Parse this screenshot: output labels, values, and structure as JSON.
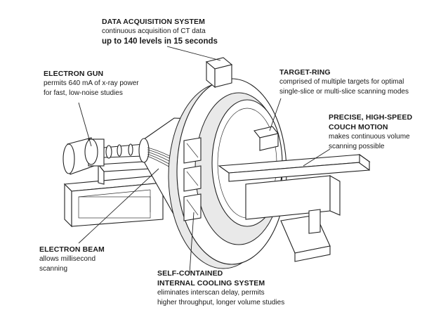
{
  "labels": {
    "data_acquisition": {
      "title": "DATA ACQUISITION SYSTEM",
      "line1": "continuous acquisition of CT data",
      "line2": "up to 140 levels in 15 seconds"
    },
    "electron_gun": {
      "title": "ELECTRON GUN",
      "line1": "permits 640 mA of x-ray power",
      "line2": "for fast, low-noise studies"
    },
    "target_ring": {
      "title": "TARGET-RING",
      "line1": "comprised of multiple targets for optimal",
      "line2": "single-slice or multi-slice scanning modes"
    },
    "couch_motion": {
      "title1": "PRECISE, HIGH-SPEED",
      "title2": "COUCH MOTION",
      "line1": "makes continuous volume",
      "line2": "scanning possible"
    },
    "electron_beam": {
      "title": "ELECTRON BEAM",
      "line1": "allows millisecond",
      "line2": "scanning"
    },
    "cooling_system": {
      "title1": "SELF-CONTAINED",
      "title2": "INTERNAL COOLING SYSTEM",
      "line1": "eliminates interscan delay, permits",
      "line2": "higher throughput, longer volume studies"
    }
  }
}
